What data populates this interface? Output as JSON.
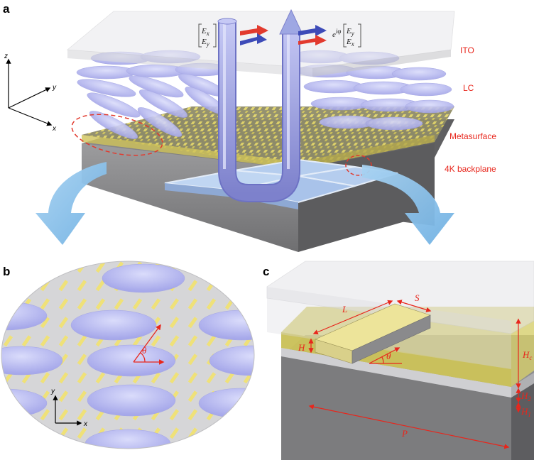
{
  "panel_a": {
    "letter": "a",
    "layers": [
      "ITO",
      "LC",
      "Metasurface",
      "4K backplane"
    ],
    "axes": {
      "x": "x",
      "y": "y",
      "z": "z"
    },
    "jones_in": {
      "top": "E",
      "top_sub": "x",
      "bottom": "E",
      "bottom_sub": "y"
    },
    "jones_out": {
      "prefix": "e",
      "prefix_sup": "iφ",
      "top": "E",
      "top_sub": "y",
      "bottom": "E",
      "bottom_sub": "x"
    }
  },
  "panel_b": {
    "letter": "b",
    "angle": "θ",
    "axes": {
      "x": "x",
      "y": "y"
    }
  },
  "panel_c": {
    "letter": "c",
    "dims": {
      "S": "S",
      "L": "L",
      "H": "H",
      "theta": "θ",
      "Hc": "H",
      "Hc_sub": "c",
      "H2": "H",
      "H2_sub": "2",
      "H1": "H",
      "H1_sub": "1",
      "P": "P"
    }
  },
  "colors": {
    "label_red": "#e8261c",
    "lc_lavender": "#b3b5f0",
    "metal_gold": "#e8dc6a",
    "backplane_gray": "#8a8a8c",
    "arrow_blue": "#7eb6e6"
  }
}
